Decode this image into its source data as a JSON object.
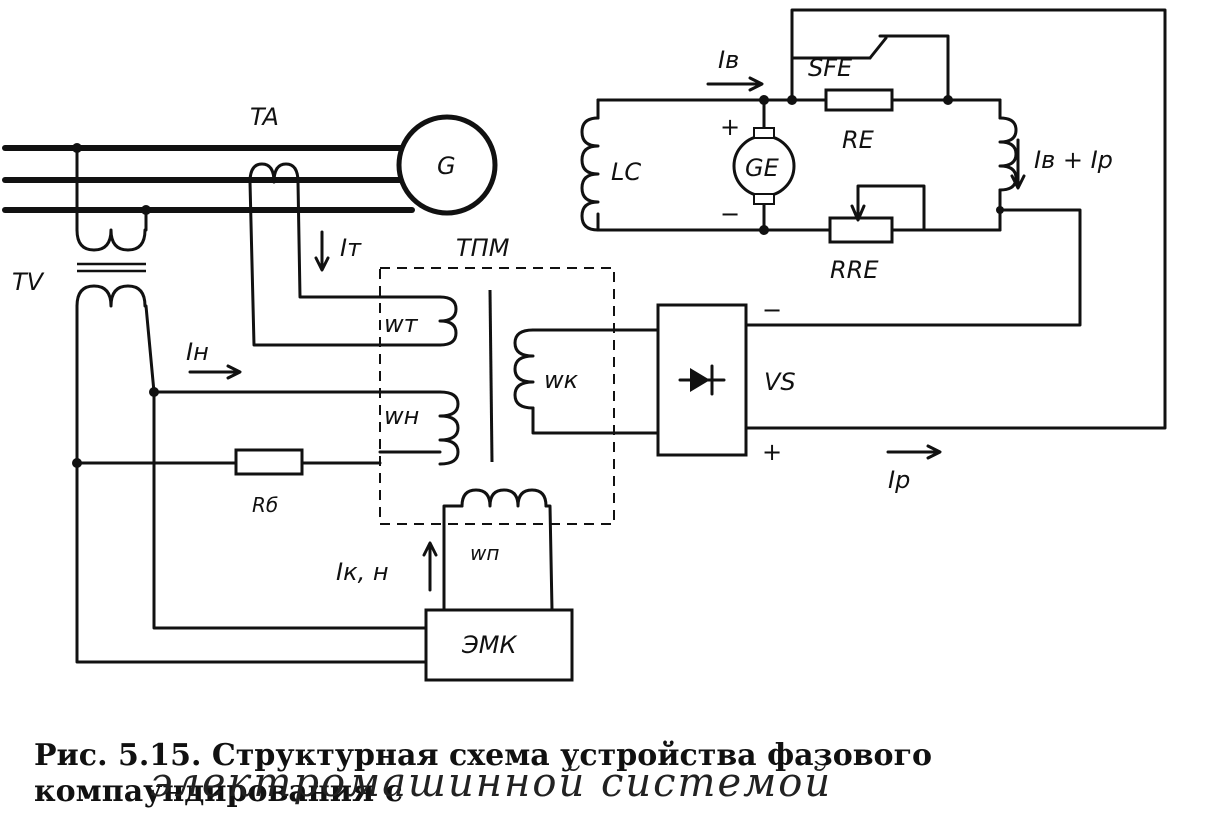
{
  "labels": {
    "TA": "TA",
    "G": "G",
    "TV": "TV",
    "TPM": "ТПМ",
    "I_v": "Iв",
    "SFE": "SFE",
    "RE": "RE",
    "LC": "LC",
    "GE": "GE",
    "Iv_plus_Ip": "Iв + Iр",
    "RRE": "RRE",
    "I_t": "Iт",
    "w_t": "wт",
    "I_n": "Iн",
    "w_n": "wн",
    "w_k": "wк",
    "VS": "VS",
    "R_b": "Rб",
    "w_p": "wп",
    "I_kn": "Iк, н",
    "EMK": "ЭМК",
    "I_p": "Iр",
    "plus": "+",
    "minus": "−"
  },
  "caption": "Рис. 5.15. Структурная схема устройства фазового компаундирования с",
  "handwriting": "электромашинной системой"
}
